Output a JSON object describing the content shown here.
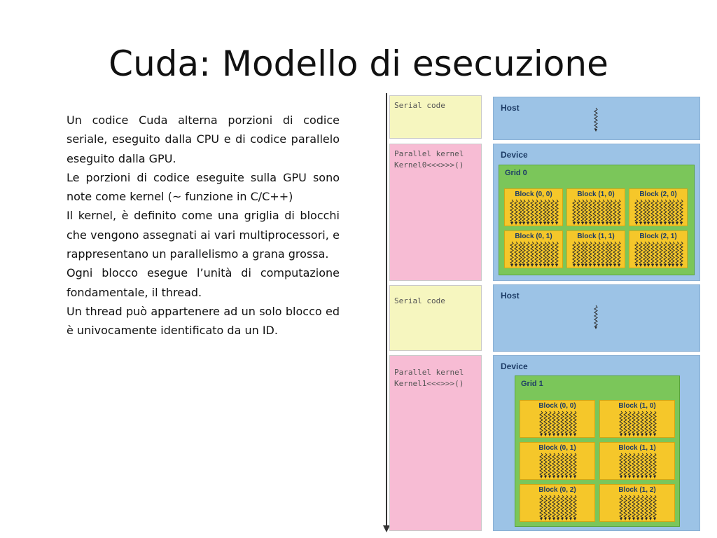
{
  "slide": {
    "title": "Cuda: Modello di esecuzione",
    "paragraphs": [
      "Un codice Cuda alterna porzioni di codice seriale, eseguito dalla CPU e di codice parallelo eseguito dalla GPU.",
      "Le porzioni di codice eseguite sulla GPU sono note come kernel (~ funzione in C/C++)",
      "Il kernel, è definito come una griglia   di blocchi che vengono assegnati ai vari multiprocessori, e rappresentano un parallelismo a grana grossa.",
      "Ogni blocco esegue l’unità di computazione fondamentale, il thread.",
      "Un thread può appartenere ad un solo blocco ed è univocamente identificato da un ID."
    ]
  },
  "diagram": {
    "lanes": [
      {
        "type": "serial",
        "line1": "Serial code",
        "line2": ""
      },
      {
        "type": "parallel",
        "line1": "Parallel kernel",
        "line2": "Kernel0<<<>>>()"
      },
      {
        "type": "serial",
        "line1": "Serial code",
        "line2": ""
      },
      {
        "type": "parallel",
        "line1": "Parallel kernel",
        "line2": "Kernel1<<<>>>()"
      }
    ],
    "panels": [
      {
        "label": "Host"
      },
      {
        "label": "Device",
        "grid_label": "Grid 0",
        "blocks": [
          "Block (0, 0)",
          "Block (1, 0)",
          "Block (2, 0)",
          "Block (0, 1)",
          "Block (1, 1)",
          "Block (2, 1)"
        ]
      },
      {
        "label": "Host"
      },
      {
        "label": "Device",
        "grid_label": "Grid 1",
        "blocks": [
          "Block (0, 0)",
          "Block (1, 0)",
          "Block (0, 1)",
          "Block (1, 1)",
          "Block (0, 2)",
          "Block (1, 2)"
        ]
      }
    ]
  },
  "colors": {
    "serial": "#f6f6bf",
    "parallel": "#f7bcd4",
    "panel": "#9cc3e6",
    "grid": "#7bc65a",
    "block": "#f5c72a",
    "label": "#1d3c66"
  }
}
